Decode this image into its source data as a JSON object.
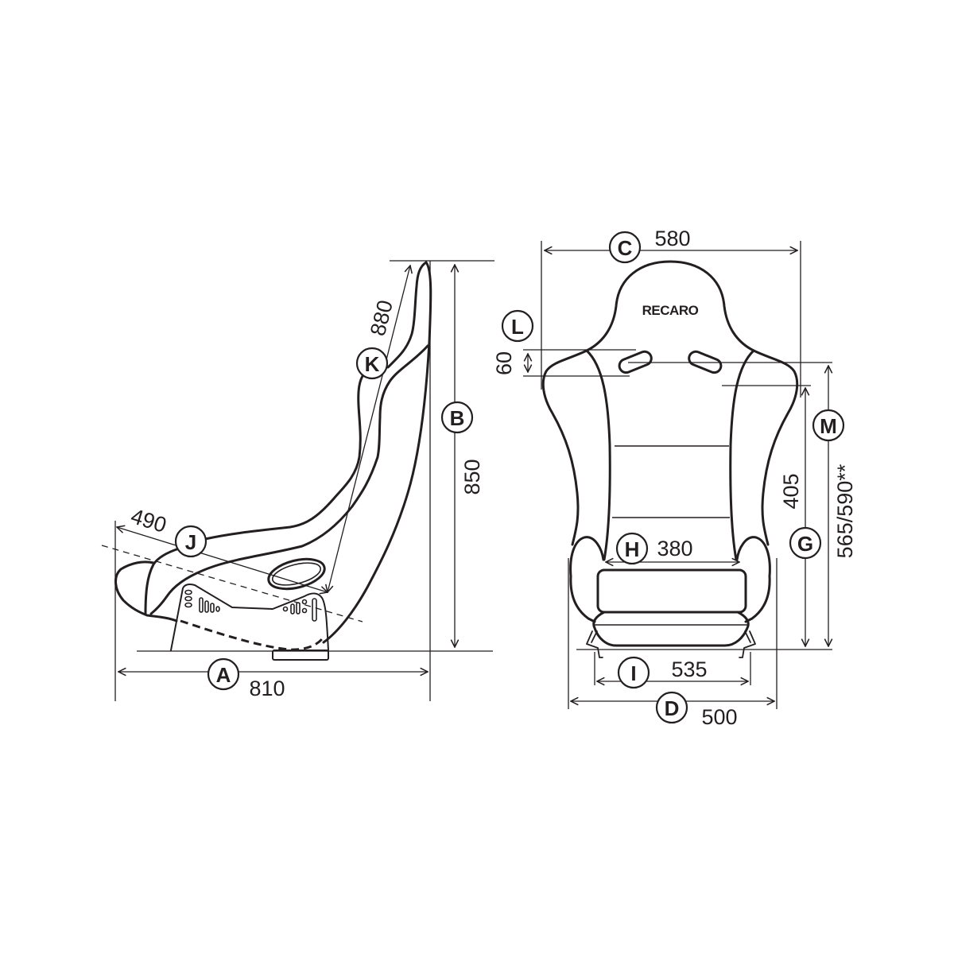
{
  "brand_logo": "RECARO",
  "side_view": {
    "dimensions": [
      {
        "letter": "A",
        "value": "810"
      },
      {
        "letter": "B",
        "value": "850"
      },
      {
        "letter": "J",
        "value": "490"
      },
      {
        "letter": "K",
        "value": "880"
      }
    ]
  },
  "front_view": {
    "dimensions": [
      {
        "letter": "C",
        "value": "580"
      },
      {
        "letter": "L",
        "value": "60"
      },
      {
        "letter": "M",
        "value": "565/590**"
      },
      {
        "letter": "I",
        "value": "535"
      },
      {
        "letter": "H",
        "value": "380"
      },
      {
        "letter": "G",
        "value": "405"
      },
      {
        "letter": "D",
        "value": "500"
      }
    ]
  },
  "colors": {
    "line": "#231f20",
    "background": "#ffffff"
  }
}
